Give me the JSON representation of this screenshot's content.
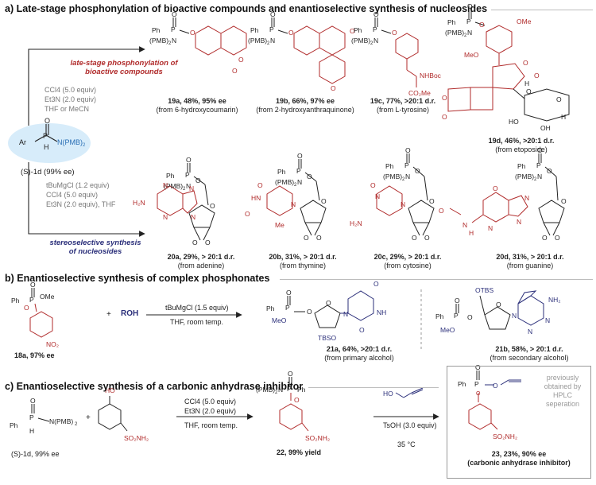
{
  "section_a": {
    "title": "a) Late-stage phosphonylation of bioactive compounds and enantioselective synthesis of nucleosides",
    "label_top": "late-stage phosphonylation of bioactive compounds",
    "cond_top": [
      "CCl4 (5.0 equiv)",
      "Et3N (2.0 equiv)",
      "THF or MeCN"
    ],
    "label_bottom": "stereoselective synthesis of nucleosides",
    "cond_bottom": [
      "tBuMgCl (1.2 equiv)",
      "CCl4 (5.0 equiv)",
      "Et3N (2.0 equiv), THF"
    ],
    "sm_label": "(S)-1d (99% ee)",
    "products_top": [
      {
        "id": "19a",
        "line1": "19a, 48%, 95% ee",
        "line2": "(from 6-hydroxycoumarin)"
      },
      {
        "id": "19b",
        "line1": "19b, 66%, 97% ee",
        "line2": "(from 2-hydroxyanthraquinone)"
      },
      {
        "id": "19c",
        "line1": "19c, 77%, >20:1 d.r.",
        "line2": "(from L-tyrosine)"
      },
      {
        "id": "19d",
        "line1": "19d, 46%, >20:1 d.r.",
        "line2": "(from etoposide)"
      }
    ],
    "products_bottom": [
      {
        "id": "20a",
        "line1": "20a, 29%, > 20:1 d.r.",
        "line2": "(from adenine)"
      },
      {
        "id": "20b",
        "line1": "20b, 31%, > 20:1 d.r.",
        "line2": "(from thymine)"
      },
      {
        "id": "20c",
        "line1": "20c, 29%, > 20:1 d.r.",
        "line2": "(from cytosine)"
      },
      {
        "id": "20d",
        "line1": "20d, 31%, > 20:1 d.r.",
        "line2": "(from guanine)"
      }
    ]
  },
  "section_b": {
    "title": "b) Enantioselective synthesis of complex phosphonates",
    "sm_label": "18a, 97% ee",
    "plus": "+",
    "reagent": "ROH",
    "cond": [
      "tBuMgCl (1.5 equiv)",
      "THF, room temp."
    ],
    "products": [
      {
        "line1": "21a, 64%, >20:1 d.r.",
        "line2": "(from primary alcohol)"
      },
      {
        "line1": "21b, 58%, > 20:1 d.r.",
        "line2": "(from secondary alcohol)"
      }
    ]
  },
  "section_c": {
    "title": "c) Enantioselective synthesis of a carbonic anhydrase inhibitor",
    "sm_label": "(S)-1d, 99% ee",
    "plus": "+",
    "cond1": [
      "CCl4 (5.0 equiv)",
      "Et3N (2.0 equiv)",
      "THF, room temp."
    ],
    "int_label": "22, 99% yield",
    "cond2": [
      "TsOH (3.0 equiv)",
      "35 °C"
    ],
    "product_line1": "23, 23%, 90% ee",
    "product_line2": "(carbonic anhydrase inhibitor)",
    "note": "previously obtained by HPLC seperation"
  },
  "colors": {
    "red": "#b02a2a",
    "navy": "#2b2f7a",
    "blue_fill": "#d7ecfa"
  }
}
